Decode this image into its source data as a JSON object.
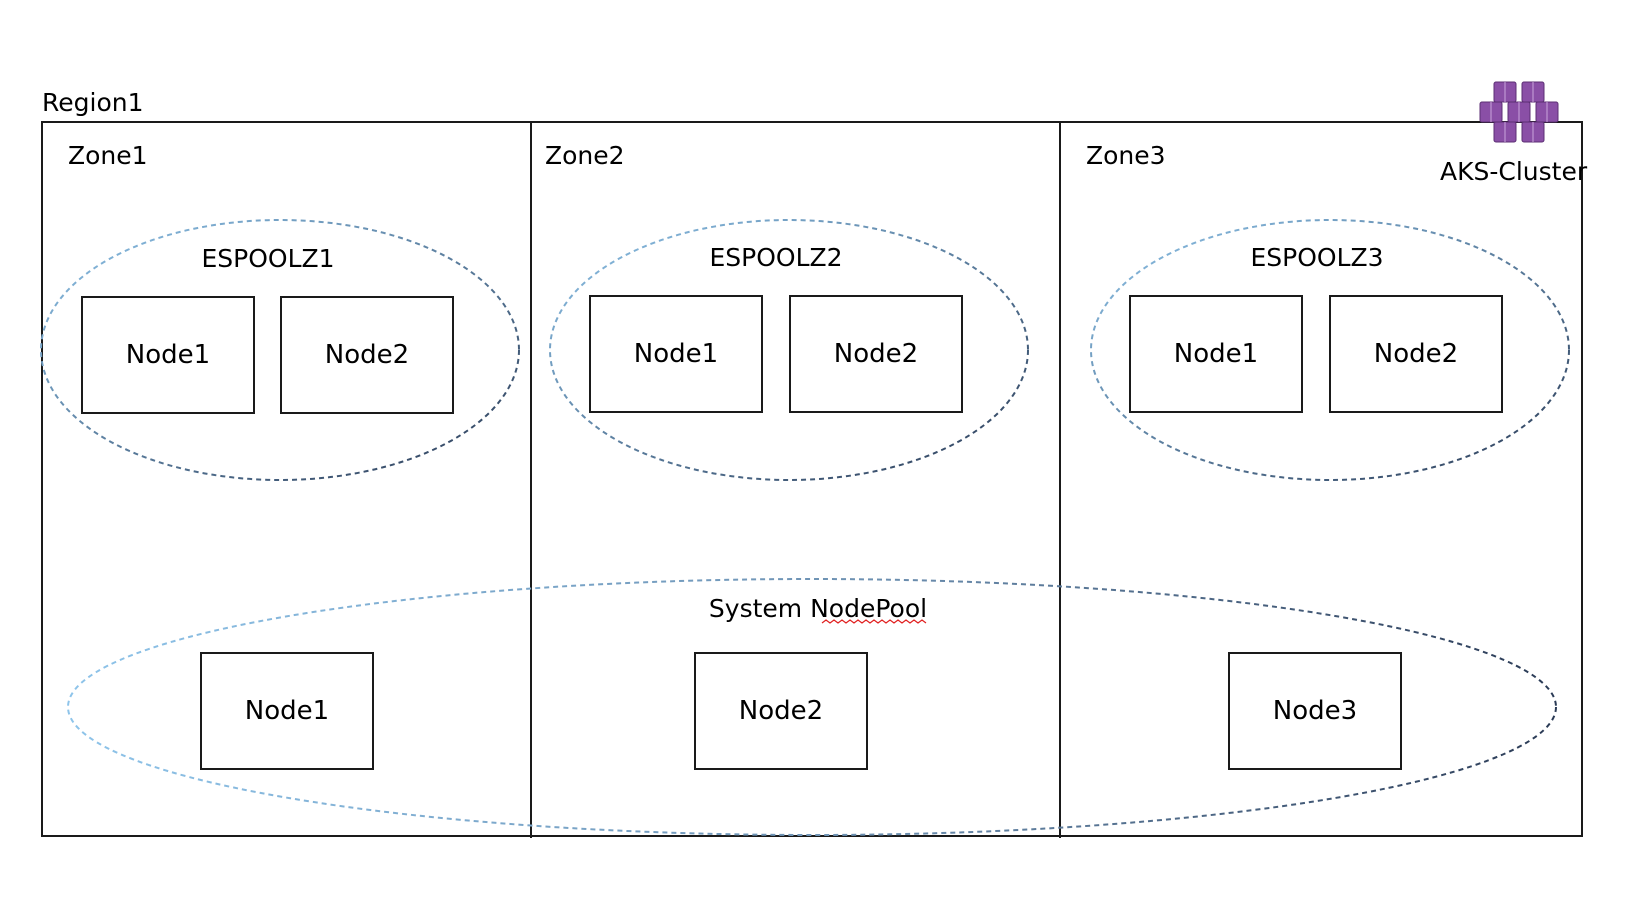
{
  "region": {
    "label": "Region1"
  },
  "cluster": {
    "label": "AKS-Cluster",
    "icon": "aks-cubes-icon",
    "icon_color": "#8a4fa6"
  },
  "zones": [
    {
      "label": "Zone1",
      "pool": {
        "label": "ESPOOLZ1",
        "nodes": [
          "Node1",
          "Node2"
        ]
      }
    },
    {
      "label": "Zone2",
      "pool": {
        "label": "ESPOOLZ2",
        "nodes": [
          "Node1",
          "Node2"
        ]
      }
    },
    {
      "label": "Zone3",
      "pool": {
        "label": "ESPOOLZ3",
        "nodes": [
          "Node1",
          "Node2"
        ]
      }
    }
  ],
  "system_pool": {
    "label": "System NodePool",
    "nodes": [
      "Node1",
      "Node2",
      "Node3"
    ]
  },
  "colors": {
    "dashed_light": "#8ec4ea",
    "dashed_dark": "#2a3a55",
    "spellcheck_underline": "#e02020"
  }
}
